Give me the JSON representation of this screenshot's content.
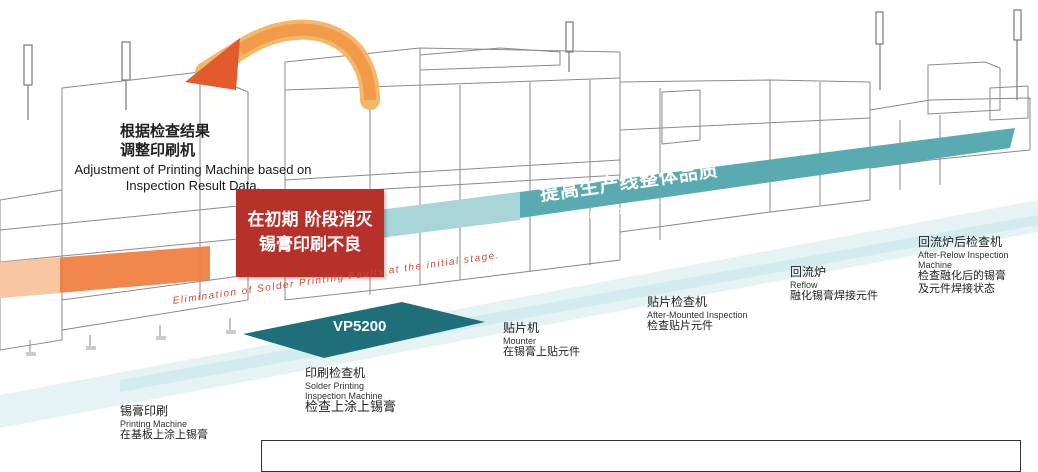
{
  "adjust": {
    "cn_line1": "根据检查结果",
    "cn_line2": "调整印刷机",
    "en_line1": "Adjustment of Printing Machine based on",
    "en_line2": "Inspection Result Data."
  },
  "early_stage": {
    "line1": "在初期 阶段消灭",
    "line2": "锡膏印刷不良",
    "en": "Elimination of Solder Printing Faults at the initial stage."
  },
  "quality": {
    "cn": "提高生产线整体品质",
    "en": "Quality of the total line shall be improved!"
  },
  "model": "VP5200",
  "stations": [
    {
      "cn": "锡膏印刷",
      "en": "Printing Machine",
      "desc": "在基板上涂上锡膏"
    },
    {
      "cn": "印刷检查机",
      "en1": "Solder Printing",
      "en2": "Inspection Machine",
      "desc": "检查上涂上锡膏"
    },
    {
      "cn": "贴片机",
      "en": "Mounter",
      "desc": "在锡膏上贴元件"
    },
    {
      "cn": "贴片检查机",
      "en": "After-Mounted Inspection",
      "desc": "检查贴片元件"
    },
    {
      "cn": "回流炉",
      "en": "Reflow",
      "desc": "融化锡膏焊接元件"
    },
    {
      "cn": "回流炉后检查机",
      "en1": "After-Relow Inspection",
      "en2": "Machine",
      "desc1": "检查融化后的锡膏",
      "desc2": "及元件焊接状态"
    }
  ],
  "colors": {
    "accent_red": "#b8302a",
    "teal": "#2f8f97",
    "teal_dark": "#1f6f7a",
    "orange": "#f07a3a",
    "light_band": "#d6ecef"
  }
}
